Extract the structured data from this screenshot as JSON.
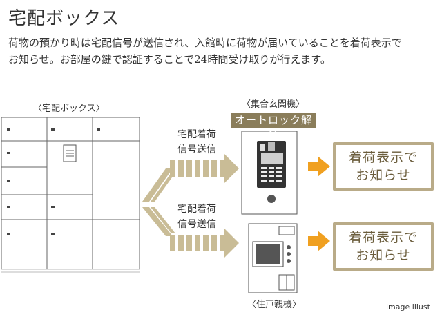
{
  "title": "宅配ボックス",
  "description": {
    "line1": "荷物の預かり時は宅配信号が送信され、入館時に荷物が届いていることを着荷表示で",
    "line2": "お知らせ。お部屋の鍵で認証することで24時間受け取りが行えます。"
  },
  "locker": {
    "label": "〈宅配ボックス〉"
  },
  "signal_top": {
    "line1": "宅配着荷",
    "line2": "信号送信"
  },
  "signal_bottom": {
    "line1": "宅配着荷",
    "line2": "信号送信"
  },
  "entrance": {
    "label": "〈集合玄関機〉",
    "badge": "オートロック解錠"
  },
  "indoor": {
    "label": "〈住戸親機〉"
  },
  "notify_top": {
    "line1": "着荷表示で",
    "line2": "お知らせ"
  },
  "notify_bottom": {
    "line1": "着荷表示で",
    "line2": "お知らせ"
  },
  "caption": "image illust",
  "colors": {
    "accent_orange": "#f0a020",
    "frame_tan": "#b9ab88",
    "badge_brown": "#8a7d5a",
    "arrow_tan": "#c9bc96"
  }
}
